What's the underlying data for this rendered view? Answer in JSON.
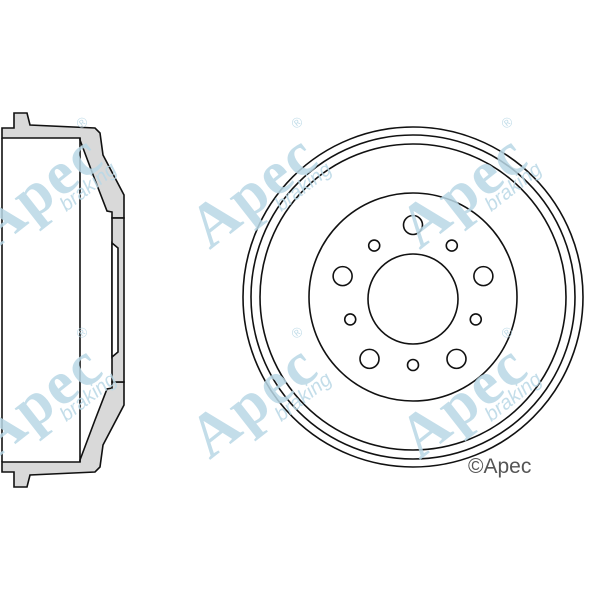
{
  "watermark": {
    "brand": "Apec",
    "tagline": "braking",
    "registered": "®"
  },
  "copyright": "©Apec",
  "colors": {
    "line": "#111111",
    "section_fill": "#d9d9d9",
    "watermark": "#b9d8e6"
  },
  "drawing": {
    "side_view": "brake-drum-profile",
    "front_view": "brake-drum-face",
    "large_bolt_holes": 5,
    "small_holes": 5
  }
}
